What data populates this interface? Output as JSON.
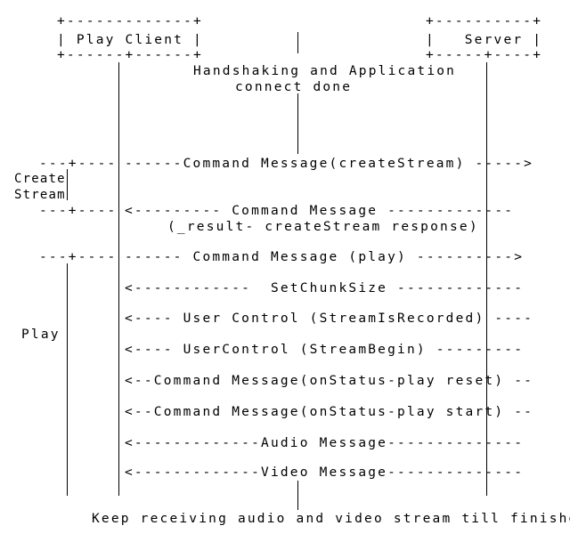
{
  "participants": {
    "play_client": {
      "box_top": "+-------------+",
      "label": "| Play Client |",
      "box_bottom": "+------+------+"
    },
    "server": {
      "box_top": "+----------+",
      "label": "|   Server |",
      "box_bottom": "+-----+----+"
    }
  },
  "notes": {
    "handshake_line1": "Handshaking and Application",
    "handshake_line2": "connect done",
    "footer": "Keep receiving audio and video stream till finishes"
  },
  "phases": {
    "create_stream": {
      "top_marker": "---+----",
      "label_line1": "Create",
      "label_line2": "Stream",
      "bottom_marker": "---+----"
    },
    "play": {
      "top_marker": "---+----",
      "label": "Play"
    }
  },
  "messages": [
    {
      "id": "create-stream",
      "text": "------Command Message(createStream) ----->"
    },
    {
      "id": "result-response",
      "text": "<--------- Command Message -------------",
      "subtext": "(_result- createStream response)"
    },
    {
      "id": "command-play",
      "text": "------ Command Message (play) ---------->"
    },
    {
      "id": "set-chunk-size",
      "text": "<------------  SetChunkSize -------------"
    },
    {
      "id": "stream-is-recorded",
      "text": "<---- User Control (StreamIsRecorded) ----"
    },
    {
      "id": "stream-begin",
      "text": "<---- UserControl (StreamBegin) ---------"
    },
    {
      "id": "onstatus-play-reset",
      "text": "<--Command Message(onStatus-play reset) --"
    },
    {
      "id": "onstatus-play-start",
      "text": "<--Command Message(onStatus-play start) --"
    },
    {
      "id": "audio-message",
      "text": "<-------------Audio Message--------------"
    },
    {
      "id": "video-message",
      "text": "<-------------Video Message--------------"
    }
  ]
}
